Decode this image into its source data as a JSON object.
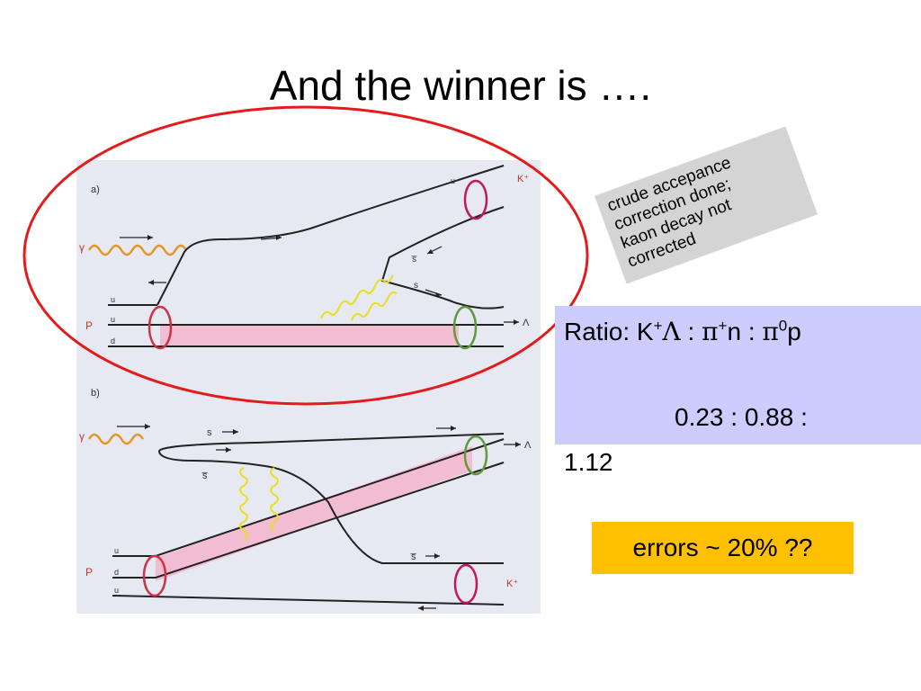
{
  "slide": {
    "title": "And the winner is ….",
    "note_lines": [
      "crude accepance",
      "correction done;",
      "kaon decay not",
      "corrected"
    ],
    "ratio": {
      "prefix": "Ratio: K",
      "sup_plus1": "+",
      "lambda": "Λ",
      "sep1": " : ",
      "pi1": "π",
      "sup_plus2": "+",
      "n": "n : ",
      "pi2": "π",
      "sup_zero": "0",
      "p": "p",
      "values_line": "0.23 : 0.88 :",
      "values_wrap": "1.12"
    },
    "errors": "errors ~ 20% ??"
  },
  "diagram": {
    "panel_a": {
      "label": "a)",
      "gamma": "γ",
      "proton": "P",
      "quarks": [
        "u",
        "u",
        "d"
      ],
      "top_quark": "u",
      "kaon": "K⁺",
      "lambda": "Λ",
      "sbar": "s̅",
      "s": "s"
    },
    "panel_b": {
      "label": "b)",
      "gamma": "γ",
      "proton": "P",
      "quarks": [
        "u",
        "d",
        "u"
      ],
      "s": "s",
      "sbar": "s̅",
      "sbar2": "s̅",
      "lambda": "Λ",
      "kaon": "K⁺"
    },
    "colors": {
      "panel_bg": "#e6e8f2",
      "proton_tube": "#f2bcd2",
      "red_ellipse": "#e51b1b",
      "oval_red": "#cc3344",
      "oval_green": "#5f9a3a",
      "oval_magenta": "#c2185b",
      "photon_orange": "#e69527",
      "gluon_yellow": "#e8e01a"
    }
  }
}
